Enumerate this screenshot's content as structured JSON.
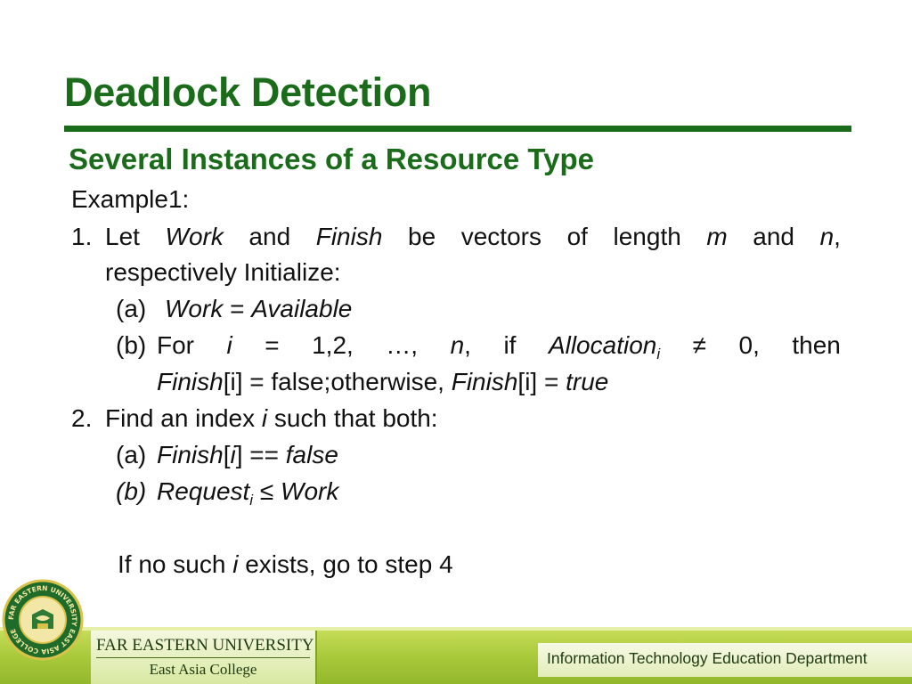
{
  "slide": {
    "title": "Deadlock Detection",
    "subtitle": "Several Instances of a Resource Type",
    "example_label": "Example1:",
    "step1": {
      "num": "1.",
      "w_let": "Let",
      "w_work": "Work",
      "w_and1": "and",
      "w_finish": "Finish",
      "w_be": "be",
      "w_vectors": "vectors",
      "w_of": "of",
      "w_length": "length",
      "w_m": "m",
      "w_and2": "and",
      "w_n": "n",
      "w_comma": ",",
      "line2": "respectively Initialize:",
      "a_label": "(a)",
      "a_work": "Work",
      "a_eq": "=",
      "a_available": "Available",
      "b_label": "(b)",
      "b_for": "For",
      "b_i": "i",
      "b_eq": "=",
      "b_range": "1,2,",
      "b_dots": "…,",
      "b_n": "n",
      "b_comma": ",",
      "b_if": "if",
      "b_alloc": "Allocation",
      "b_sub": "i",
      "b_neq": "≠",
      "b_zero": "0,",
      "b_then": "then",
      "b2_finish1": "Finish",
      "b2_mid": "[i] = false;otherwise,",
      "b2_finish2": "Finish",
      "b2_eq": "[i] =",
      "b2_true": "true"
    },
    "step2": {
      "num": "2.",
      "t1": "Find an index",
      "t_i": "i",
      "t2": "such that both:",
      "a_label": "(a)",
      "a_finish": "Finish",
      "a_open": "[",
      "a_i": "i",
      "a_close": "] ==",
      "a_false": "false",
      "b_label": "(b)",
      "b_request": "Request",
      "b_sub": "i",
      "b_le": "≤",
      "b_work": "Work"
    },
    "closing": {
      "t1": "If no such",
      "t_i": "i",
      "t2": "exists, go to step 4"
    }
  },
  "footer": {
    "university": "FAR EASTERN UNIVERSITY",
    "college": "East Asia College",
    "department": "Information Technology Education Department",
    "seal_text": "FAR EASTERN UNIVERSITY EAST ASIA COLLEGE"
  },
  "colors": {
    "accent": "#1a6b1a",
    "footer_green": "#a8c93a"
  }
}
